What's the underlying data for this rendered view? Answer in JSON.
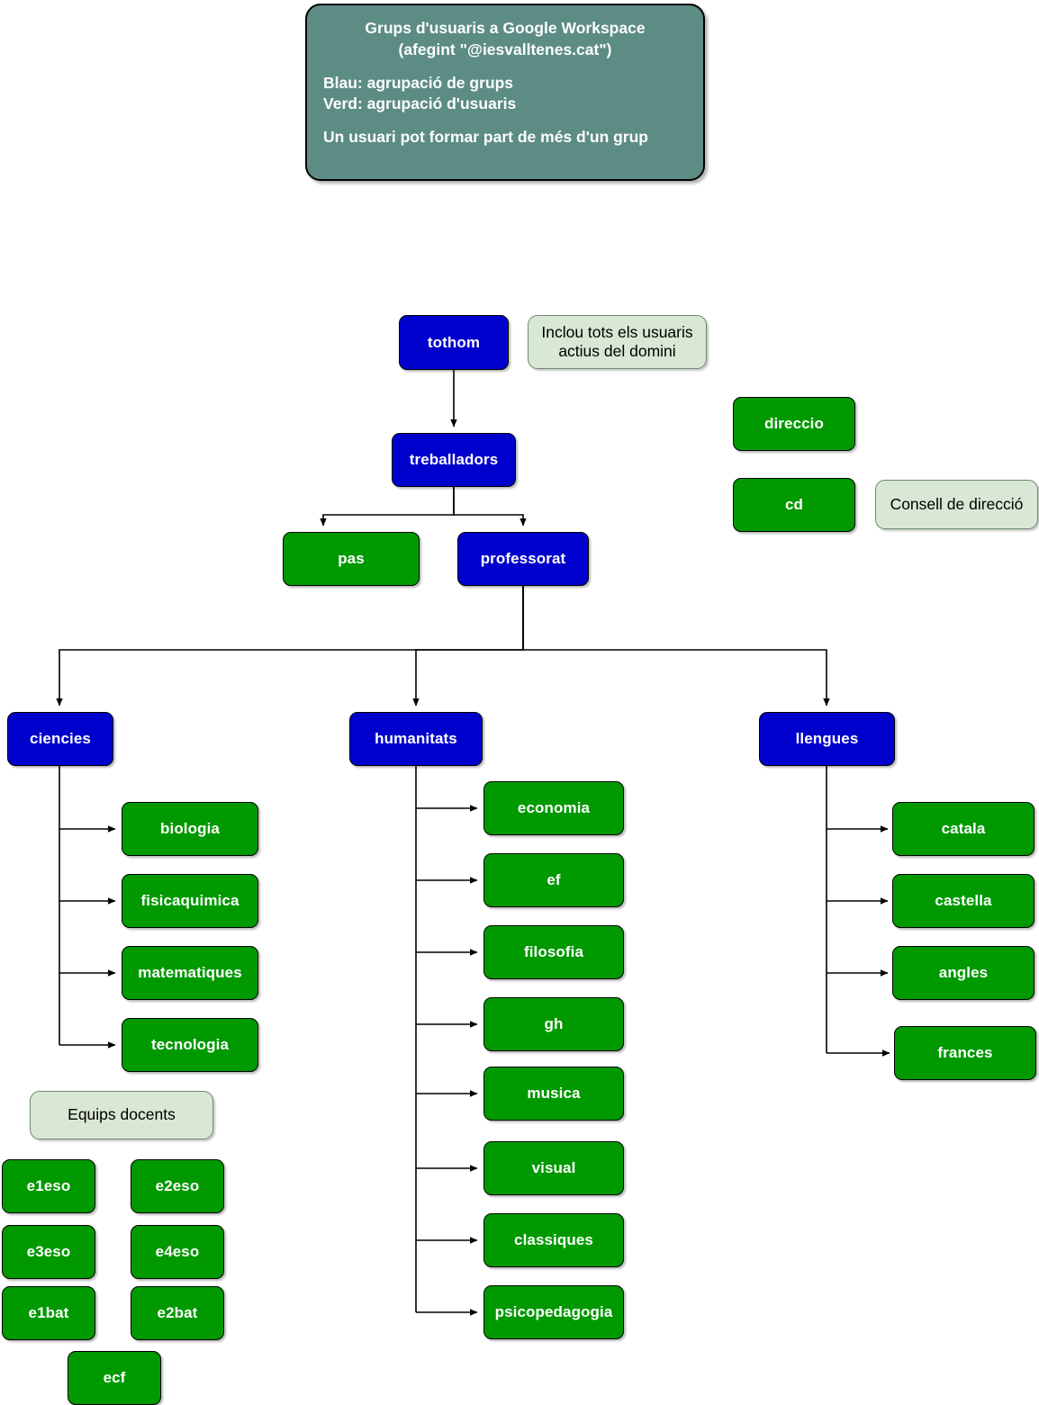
{
  "colors": {
    "group_blue": "#0000cc",
    "user_green": "#009900",
    "note_green": "#d9e8d4",
    "banner_teal": "#5c8c84",
    "edge": "#000000",
    "text_light": "#ffffff",
    "text_dark": "#000000"
  },
  "banner": {
    "title_line1": "Grups d'usuaris a Google Workspace",
    "title_line2": "(afegint \"@iesvalltenes.cat\")",
    "legend_blue": "Blau: agrupació de grups",
    "legend_green": "Verd: agrupació d'usuaris",
    "footnote": "Un usuari pot formar part de més d'un grup"
  },
  "notes": {
    "tothom": "Inclou tots els usuaris actius del domini",
    "cd": "Consell de direcció",
    "equips_docents": "Equips docents"
  },
  "nodes": {
    "tothom": "tothom",
    "treballadors": "treballadors",
    "pas": "pas",
    "professorat": "professorat",
    "direccio": "direccio",
    "cd": "cd",
    "ciencies": "ciencies",
    "humanitats": "humanitats",
    "llengues": "llengues",
    "biologia": "biologia",
    "fisicaquimica": "fisicaquimica",
    "matematiques": "matematiques",
    "tecnologia": "tecnologia",
    "economia": "economia",
    "ef": "ef",
    "filosofia": "filosofia",
    "gh": "gh",
    "musica": "musica",
    "visual": "visual",
    "classiques": "classiques",
    "psicopedagogia": "psicopedagogia",
    "catala": "catala",
    "castella": "castella",
    "angles": "angles",
    "frances": "frances",
    "e1eso": "e1eso",
    "e2eso": "e2eso",
    "e3eso": "e3eso",
    "e4eso": "e4eso",
    "e1bat": "e1bat",
    "e2bat": "e2bat",
    "ecf": "ecf"
  }
}
